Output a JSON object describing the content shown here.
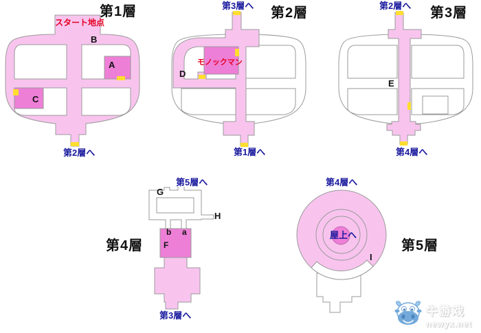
{
  "colors": {
    "corridor_pink": "#f8c4ee",
    "room_pink": "#ee7fd7",
    "marker_yellow": "#ffde2e",
    "nav_blue": "#1a1a9e",
    "alert_red": "#e60023",
    "outline_gray": "#9a9a9a",
    "watermark_blue": "#5b9bd5"
  },
  "maps": [
    {
      "title": "第1層",
      "start_label": "スタート地点",
      "exit_bottom": "第2層へ",
      "points": {
        "A": "A",
        "B": "B",
        "C": "C"
      }
    },
    {
      "title": "第2層",
      "exit_top": "第3層へ",
      "exit_bottom": "第1層へ",
      "enemy_label": "モノックマン",
      "points": {
        "D": "D"
      }
    },
    {
      "title": "第3層",
      "exit_top": "第2層へ",
      "exit_bottom": "第4層へ",
      "points": {
        "E": "E"
      }
    },
    {
      "title": "第4層",
      "exit_top": "第5層へ",
      "exit_bottom": "第3層へ",
      "points": {
        "G": "G",
        "H": "H",
        "b": "b",
        "a": "a",
        "F": "F"
      }
    },
    {
      "title": "第5層",
      "exit_top": "第4層へ",
      "center_label": "屋上へ",
      "points": {
        "I": "I"
      }
    }
  ],
  "watermark": {
    "site_name": "牛游戏",
    "site_url": "newyx.net"
  }
}
